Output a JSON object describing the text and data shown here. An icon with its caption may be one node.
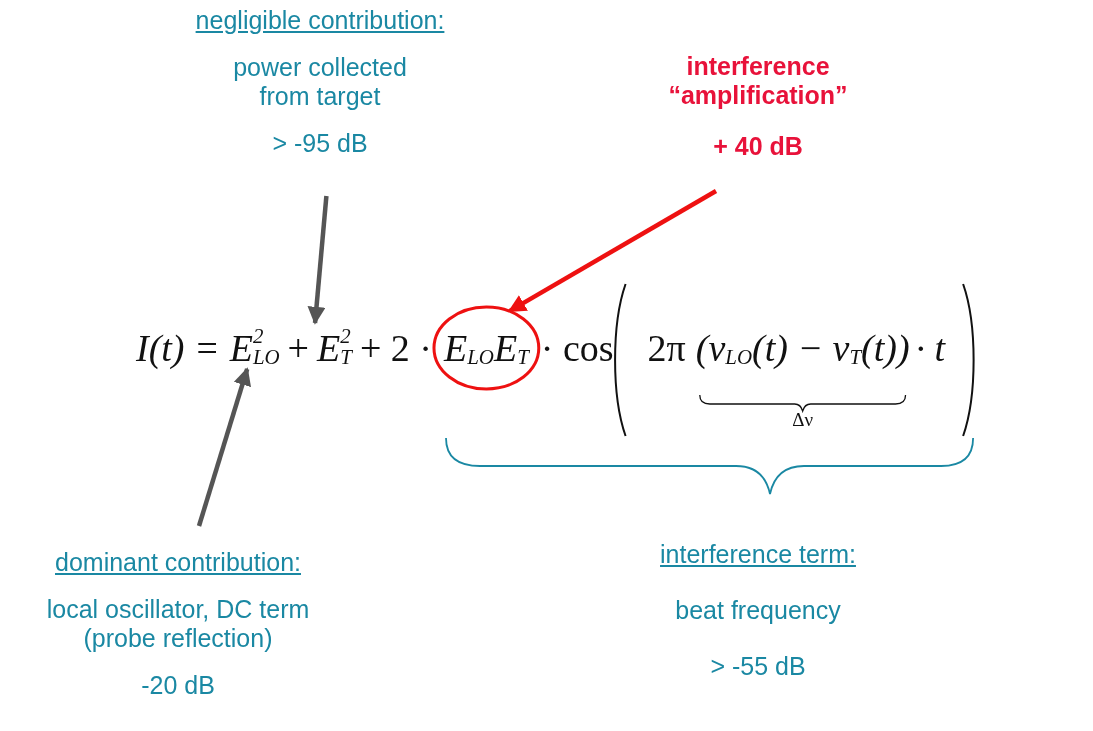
{
  "diagram": {
    "nodes": [
      {
        "text": [
          "negligible contribution:",
          "power collected from target",
          "> -95 dB"
        ]
      },
      {
        "text": [
          "interference “amplification”",
          "+ 40 dB"
        ]
      },
      {
        "text": [
          "dominant contribution:",
          "local oscillator, DC term (probe reflection)",
          "-20 dB"
        ]
      },
      {
        "text": [
          "E$_{LO}$$^{2}$"
        ]
      },
      {
        "text": [
          "E$_{T}$$^{2}$"
        ]
      },
      {
        "text": [
          "E$_{LO}$E$_{T}$"
        ]
      }
    ],
    "edges": [
      {
        "from": 0,
        "to": 4,
        "arrow": "to",
        "color": "#555555"
      },
      {
        "from": 1,
        "to": 5,
        "arrow": "to",
        "color": "#ee1111"
      },
      {
        "from": 2,
        "to": 3,
        "arrow": "to",
        "color": "#555555"
      }
    ],
    "labels": [
      "I(t) =",
      "+",
      "+ 2 ·",
      "· cos",
      "2π",
      "(ν$_{LO}$(t) − ν$_{T}$(t))",
      "· t",
      "Δν",
      "interference term:",
      "beat frequency",
      "> -55 dB"
    ]
  }
}
